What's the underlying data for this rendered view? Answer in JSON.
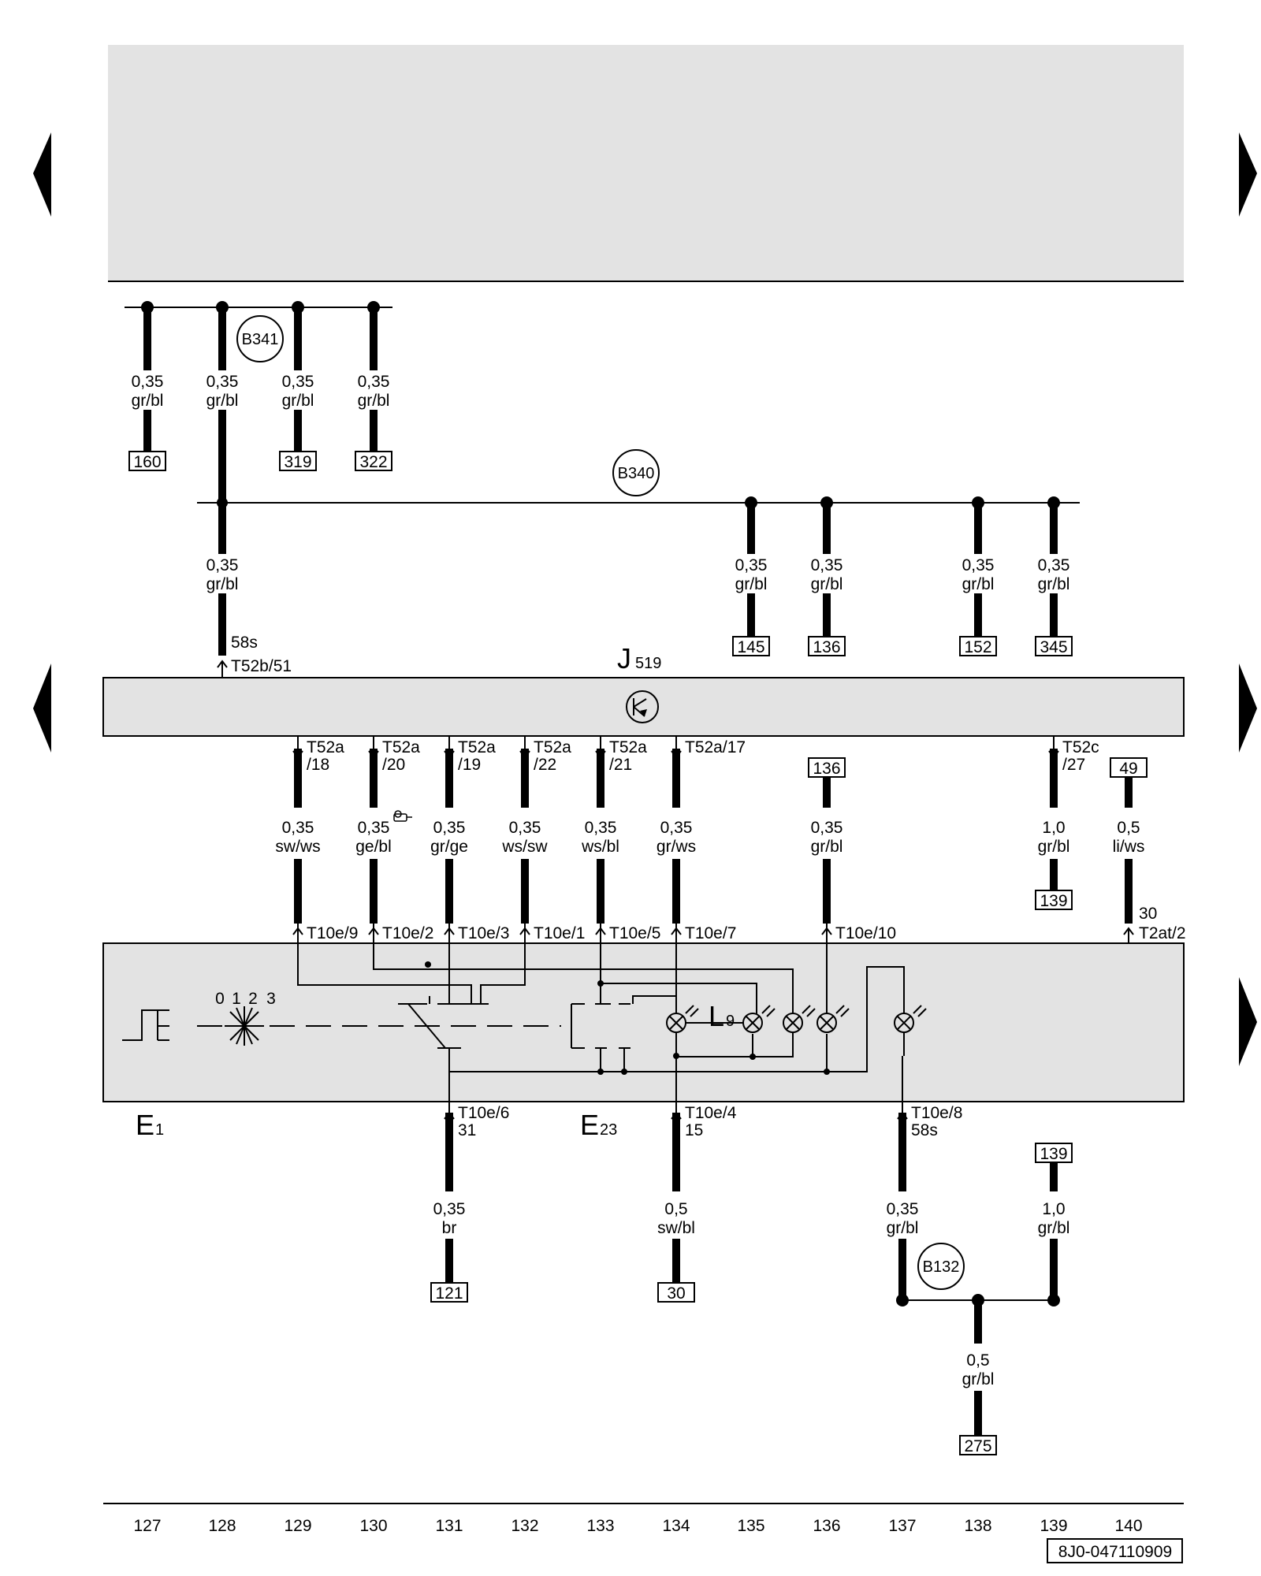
{
  "nav": {
    "left_top_label": "previous-page",
    "left_mid_label": "previous-page",
    "right_top_label": "next-page",
    "right_mid_label": "next-page",
    "right_low_label": "next-page"
  },
  "components": {
    "j519": {
      "letter": "J",
      "sub": "519"
    },
    "e1": {
      "letter": "E",
      "sub": "1"
    },
    "e23": {
      "letter": "E",
      "sub": "23"
    },
    "l9": {
      "letter": "L",
      "sub": "9"
    }
  },
  "connectors": {
    "b341": "B341",
    "b340": "B340",
    "b132": "B132"
  },
  "switch_positions": [
    "0",
    "1",
    "2",
    "3"
  ],
  "wires": [
    {
      "id": "w1",
      "size": "0,35",
      "color": "gr/bl"
    },
    {
      "id": "w2",
      "size": "0,35",
      "color": "gr/bl"
    },
    {
      "id": "w3",
      "size": "0,35",
      "color": "gr/bl"
    },
    {
      "id": "w4",
      "size": "0,35",
      "color": "gr/bl"
    },
    {
      "id": "w5",
      "size": "0,35",
      "color": "gr/bl"
    },
    {
      "id": "w6",
      "size": "0,35",
      "color": "gr/bl"
    },
    {
      "id": "w7",
      "size": "0,35",
      "color": "gr/bl"
    },
    {
      "id": "w8",
      "size": "0,35",
      "color": "gr/bl"
    },
    {
      "id": "w9",
      "size": "0,35",
      "color": "gr/bl"
    },
    {
      "id": "w10",
      "size": "0,35",
      "color": "sw/ws"
    },
    {
      "id": "w11",
      "size": "0,35",
      "color": "ge/bl"
    },
    {
      "id": "w12",
      "size": "0,35",
      "color": "gr/ge"
    },
    {
      "id": "w13",
      "size": "0,35",
      "color": "ws/sw"
    },
    {
      "id": "w14",
      "size": "0,35",
      "color": "ws/bl"
    },
    {
      "id": "w15",
      "size": "0,35",
      "color": "gr/ws"
    },
    {
      "id": "w16",
      "size": "0,35",
      "color": "gr/bl"
    },
    {
      "id": "w17",
      "size": "1,0",
      "color": "gr/bl"
    },
    {
      "id": "w18",
      "size": "0,5",
      "color": "li/ws"
    },
    {
      "id": "w19",
      "size": "0,35",
      "color": "br"
    },
    {
      "id": "w20",
      "size": "0,5",
      "color": "sw/bl"
    },
    {
      "id": "w21",
      "size": "0,35",
      "color": "gr/bl"
    },
    {
      "id": "w22",
      "size": "1,0",
      "color": "gr/bl"
    },
    {
      "id": "w23",
      "size": "0,5",
      "color": "gr/bl"
    }
  ],
  "refs": [
    "160",
    "319",
    "322",
    "145",
    "136",
    "152",
    "345",
    "136",
    "49",
    "139",
    "121",
    "30",
    "139",
    "275"
  ],
  "pins": {
    "t52b51_a": "58s",
    "t52b51_b": "T52b/51",
    "t52a18_a": "T52a",
    "t52a18_b": "/18",
    "t52a20_a": "T52a",
    "t52a20_b": "/20",
    "t52a19_a": "T52a",
    "t52a19_b": "/19",
    "t52a22_a": "T52a",
    "t52a22_b": "/22",
    "t52a21_a": "T52a",
    "t52a21_b": "/21",
    "t52a17": "T52a/17",
    "t52c27_a": "T52c",
    "t52c27_b": "/27",
    "t10e9": "T10e/9",
    "t10e2": "T10e/2",
    "t10e3": "T10e/3",
    "t10e1": "T10e/1",
    "t10e5": "T10e/5",
    "t10e7": "T10e/7",
    "t10e10": "T10e/10",
    "t2at2_a": "30",
    "t2at2_b": "T2at/2",
    "t10e6_a": "T10e/6",
    "t10e6_b": "31",
    "t10e4_a": "T10e/4",
    "t10e4_b": "15",
    "t10e8_a": "T10e/8",
    "t10e8_b": "58s"
  },
  "columns": [
    "127",
    "128",
    "129",
    "130",
    "131",
    "132",
    "133",
    "134",
    "135",
    "136",
    "137",
    "138",
    "139",
    "140"
  ],
  "doc_id": "8J0-047110909",
  "colors": {
    "panel": "#e3e3e3",
    "line": "#000000",
    "background": "#ffffff"
  }
}
